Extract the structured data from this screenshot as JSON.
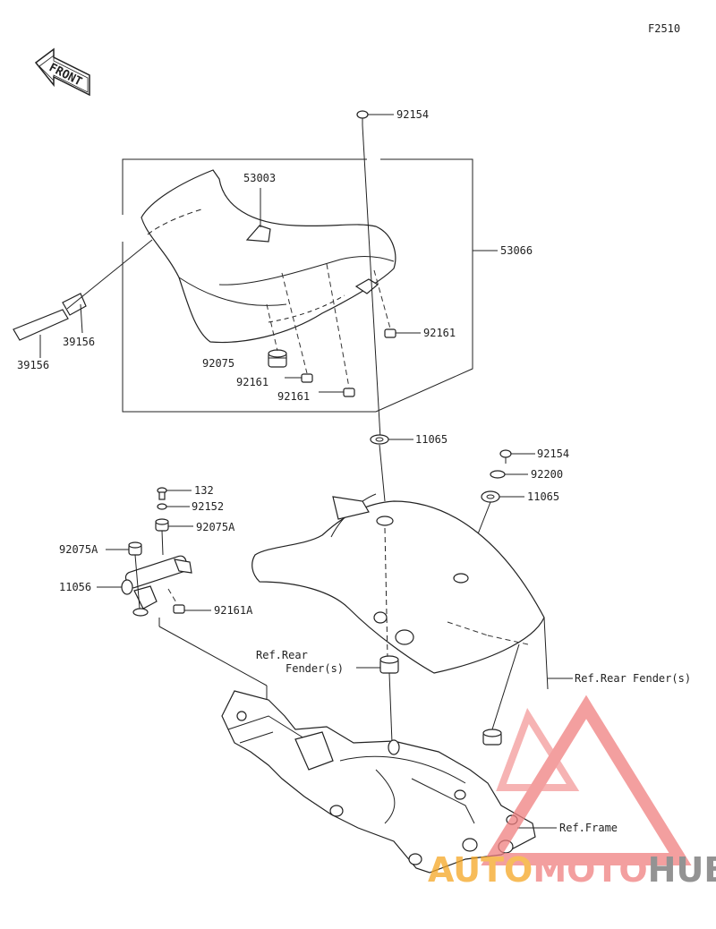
{
  "diagram_code": "F2510",
  "front_label": "FRONT",
  "labels": {
    "l_92154_top": "92154",
    "l_53003": "53003",
    "l_53066": "53066",
    "l_39156_a": "39156",
    "l_39156_b": "39156",
    "l_92161_a": "92161",
    "l_92075": "92075",
    "l_92161_b": "92161",
    "l_92161_c": "92161",
    "l_11065_a": "11065",
    "l_92154_right": "92154",
    "l_92200": "92200",
    "l_11065_b": "11065",
    "l_132": "132",
    "l_92152": "92152",
    "l_92075A_a": "92075A",
    "l_92075A_b": "92075A",
    "l_11056": "11056",
    "l_92161A": "92161A",
    "l_ref_rear_fender_1": "Ref.Rear",
    "l_ref_rear_fender_2": "Fender(s)",
    "l_ref_rear_fender_right": "Ref.Rear Fender(s)",
    "l_ref_frame": "Ref.Frame"
  },
  "watermark": {
    "part1": "AUTO",
    "part2": "MOTO",
    "part3": "HUB",
    "color_accent": "#f08080",
    "color_orange": "#f5a623",
    "color_gray": "#707070"
  }
}
